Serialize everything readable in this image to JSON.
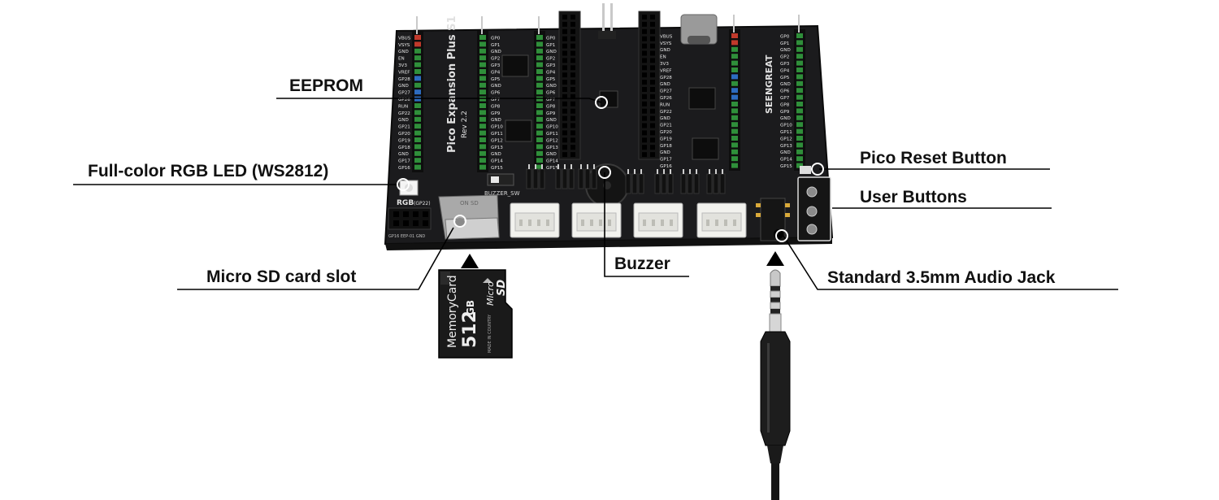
{
  "callouts": {
    "eeprom": "EEPROM",
    "rgb_led": "Full-color RGB LED (WS2812)",
    "sd_slot": "Micro SD card slot",
    "buzzer": "Buzzer",
    "reset_button": "Pico Reset Button",
    "user_buttons": "User Buttons",
    "audio_jack": "Standard 3.5mm Audio Jack"
  },
  "board": {
    "title": "Pico Expansion Plus S1",
    "revision": "Rev 2.2",
    "brand": "SEENGREAT",
    "rgb_label": "RGB",
    "rgb_pin": "(GP22)",
    "buzzer_switch": "BUZZER_SW",
    "bottom_label": "GP16  EEP-01  GND",
    "sd_slot_text": "ON SD",
    "left_pins": [
      "VBUS",
      "VSYS",
      "GND",
      "EN",
      "3V3",
      "VREF",
      "GP28",
      "GND",
      "GP27",
      "GP26",
      "RUN",
      "GP22",
      "GND",
      "GP21",
      "GP20",
      "GP19",
      "GP18",
      "GND",
      "GP17",
      "GP16"
    ],
    "mid_pins": [
      "GP0",
      "GP1",
      "GND",
      "GP2",
      "GP3",
      "GP4",
      "GP5",
      "GND",
      "GP6",
      "GP7",
      "GP8",
      "GP9",
      "GND",
      "GP10",
      "GP11",
      "GP12",
      "GP13",
      "GND",
      "GP14",
      "GP15"
    ],
    "right_pins": [
      "GP0",
      "GP1",
      "GND",
      "GP2",
      "GP3",
      "GP4",
      "GP5",
      "GND",
      "GP6",
      "GP7",
      "GP8",
      "GP9",
      "GND",
      "GP10",
      "GP11",
      "GP12",
      "GP13",
      "GND",
      "GP14",
      "GP15"
    ]
  },
  "sd_card": {
    "line1": "MemoryCard",
    "capacity": "512",
    "unit": "GB",
    "micro": "Micro",
    "sd": "SD",
    "made_in": "MADE IN COUNTRY"
  },
  "colors": {
    "board": "#1b1b1d",
    "header": "#2a2a2c",
    "pin_green": "#2f8f3a",
    "pin_red": "#c0392b",
    "pin_blue": "#2d6cc0",
    "grove": "#f2f2ee",
    "silk": "#d8d8d8"
  }
}
